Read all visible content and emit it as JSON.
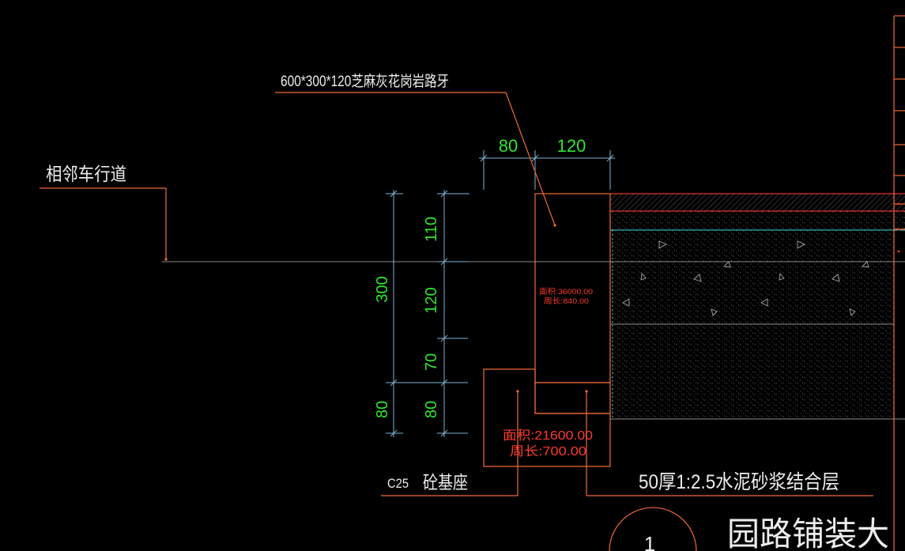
{
  "labels": {
    "curb_material": "600*300*120芝麻灰花岗岩路牙",
    "adjacent_lane": "相邻车行道",
    "base_grade": "C25",
    "base_name": "砼基座",
    "mortar_layer": "50厚1:2.5水泥砂浆结合层",
    "detail_number": "1",
    "detail_title": "园路铺装大"
  },
  "dimensions": {
    "top": [
      "80",
      "120"
    ],
    "left_total": [
      "300",
      "80"
    ],
    "left_segments": [
      "110",
      "120",
      "70",
      "80"
    ]
  },
  "area_readouts": {
    "curb": {
      "area": "面积:36000.00",
      "perimeter": "周长:840.00"
    },
    "base": {
      "area": "面积:21600.00",
      "perimeter": "周长:700.00"
    }
  },
  "colors": {
    "background": "#000000",
    "outline": "#f06a36",
    "dimension_text": "#2ee62e",
    "dimension_line": "#7db4d6",
    "readout_text": "#ff3a2c",
    "label_text": "#ededed"
  }
}
